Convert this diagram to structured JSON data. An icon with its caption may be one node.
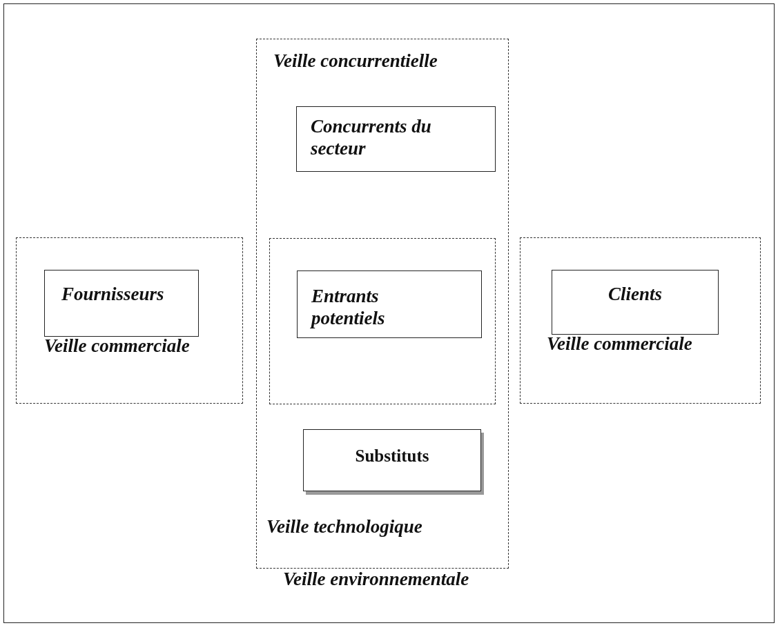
{
  "diagram": {
    "nodes": [
      {
        "text": [
          "Veille environnementale"
        ]
      },
      {
        "text": [
          "Veille concurrentielle",
          "Veille technologique"
        ],
        "in": 0
      },
      {
        "text": [
          "Concurrents du secteur"
        ],
        "in": 1
      },
      {
        "text": [
          "Veille commerciale"
        ],
        "in": 0
      },
      {
        "text": [
          "Fournisseurs"
        ],
        "in": 3
      },
      {
        "text": [],
        "shape": "box",
        "in": 1
      },
      {
        "text": [
          "Entrants potentiels"
        ],
        "in": 5
      },
      {
        "text": [
          "Veille commerciale"
        ],
        "in": 0
      },
      {
        "text": [
          "Clients"
        ],
        "in": 7
      },
      {
        "text": [
          "Substituts"
        ],
        "in": 1
      }
    ]
  }
}
